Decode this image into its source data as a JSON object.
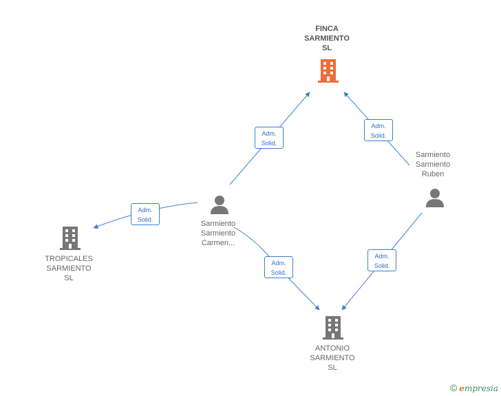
{
  "nodes": {
    "finca": {
      "label": "FINCA\nSARMIENTO\nSL",
      "icon": "building-icon",
      "color": "#f26b38"
    },
    "tropicales": {
      "label": "TROPICALES\nSARMIENTO\nSL",
      "icon": "building-icon",
      "color": "#777777"
    },
    "antonio": {
      "label": "ANTONIO\nSARMIENTO\nSL",
      "icon": "building-icon",
      "color": "#777777"
    },
    "carmen": {
      "label": "Sarmiento\nSarmiento\nCarmen...",
      "icon": "person-icon",
      "color": "#777777"
    },
    "ruben": {
      "label": "Sarmiento\nSarmiento\nRuben",
      "icon": "person-icon",
      "color": "#777777"
    }
  },
  "relations": {
    "carmen_finca": {
      "line1": "Adm.",
      "line2": "Solid."
    },
    "ruben_finca": {
      "line1": "Adm.",
      "line2": "Solid."
    },
    "carmen_tropicales": {
      "line1": "Adm.",
      "line2": "Solid."
    },
    "carmen_antonio": {
      "line1": "Adm.",
      "line2": "Solid."
    },
    "ruben_antonio": {
      "line1": "Adm.",
      "line2": "Solid."
    }
  },
  "edge_color": "#3a7fd0",
  "footer": {
    "copyright": "©",
    "brand_first": "e",
    "brand_rest": "mpresia"
  }
}
